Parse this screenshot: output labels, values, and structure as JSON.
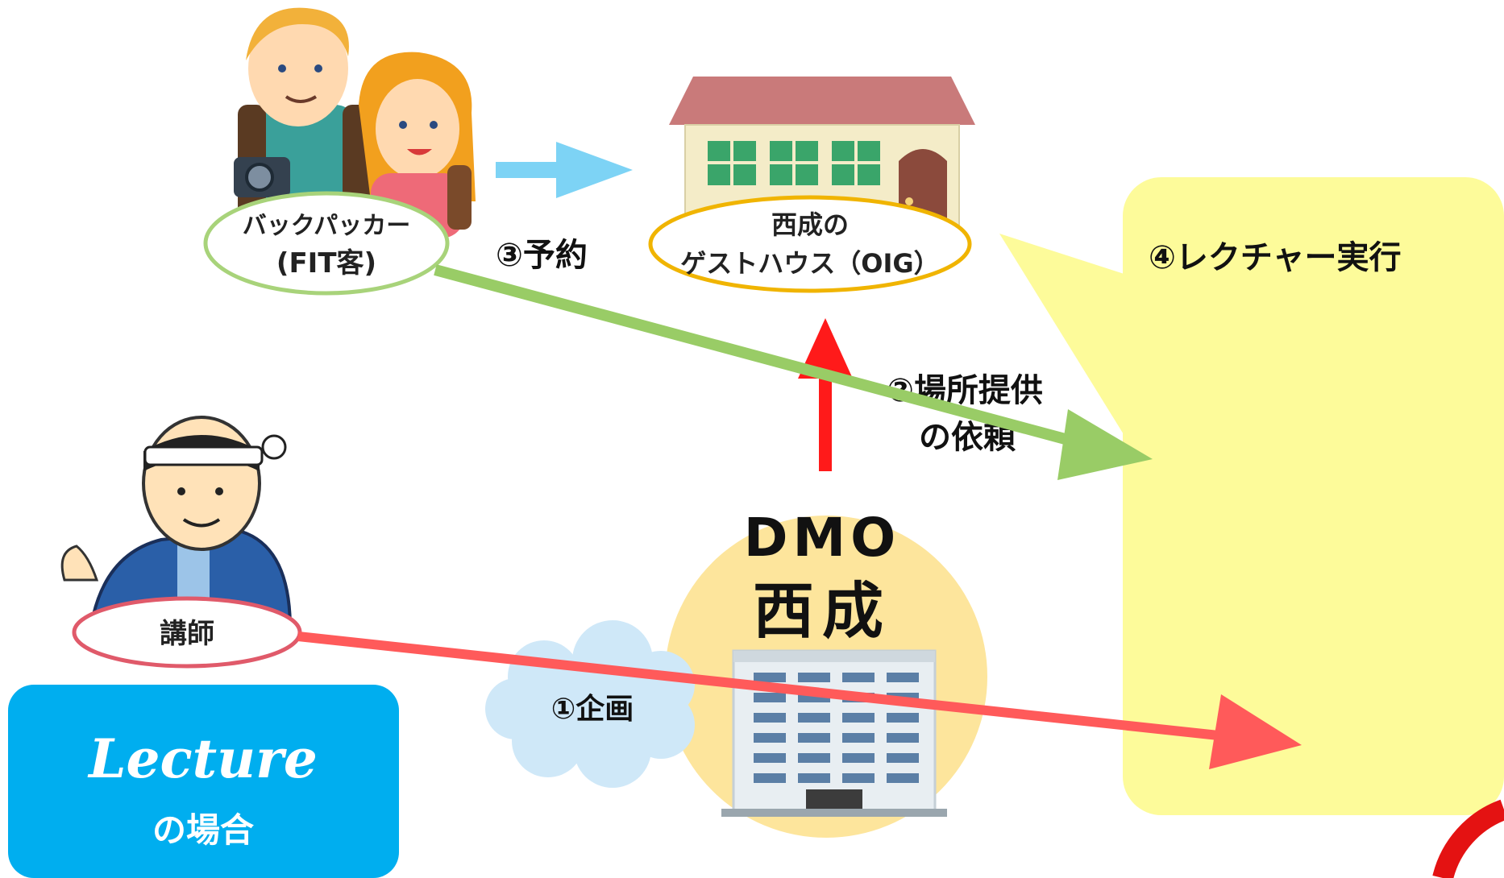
{
  "nodes": {
    "backpacker": {
      "line1": "バックパッカー",
      "line2": "(FIT客)"
    },
    "guesthouse": {
      "line1": "西成の",
      "line2": "ゲストハウス（OIG）"
    },
    "dmo": {
      "line1": "DMO",
      "line2": "西成"
    },
    "lecturer": {
      "label": "講師"
    }
  },
  "steps": {
    "plan": "①企画",
    "request_line1": "②場所提供",
    "request_line2": "の依頼",
    "reserve": "③予約",
    "execute": "④レクチャー実行"
  },
  "badge": {
    "title": "Lecture",
    "subtitle": "の場合"
  },
  "colors": {
    "green_arrow": "#99cc66",
    "red_arrow": "#ff5a5a",
    "upward_arrow": "#ff1a1a",
    "blue_arrow": "#7dd3f5",
    "lecture_box": "#fdfb9a",
    "lecture_badge": "#00aeef",
    "dmo_circle": "#fde59c",
    "cloud": "#cfe8f8"
  },
  "icons": [
    "backpackers-illustration",
    "guesthouse-building-icon",
    "lecturer-illustration",
    "dmo-office-building-icon"
  ]
}
